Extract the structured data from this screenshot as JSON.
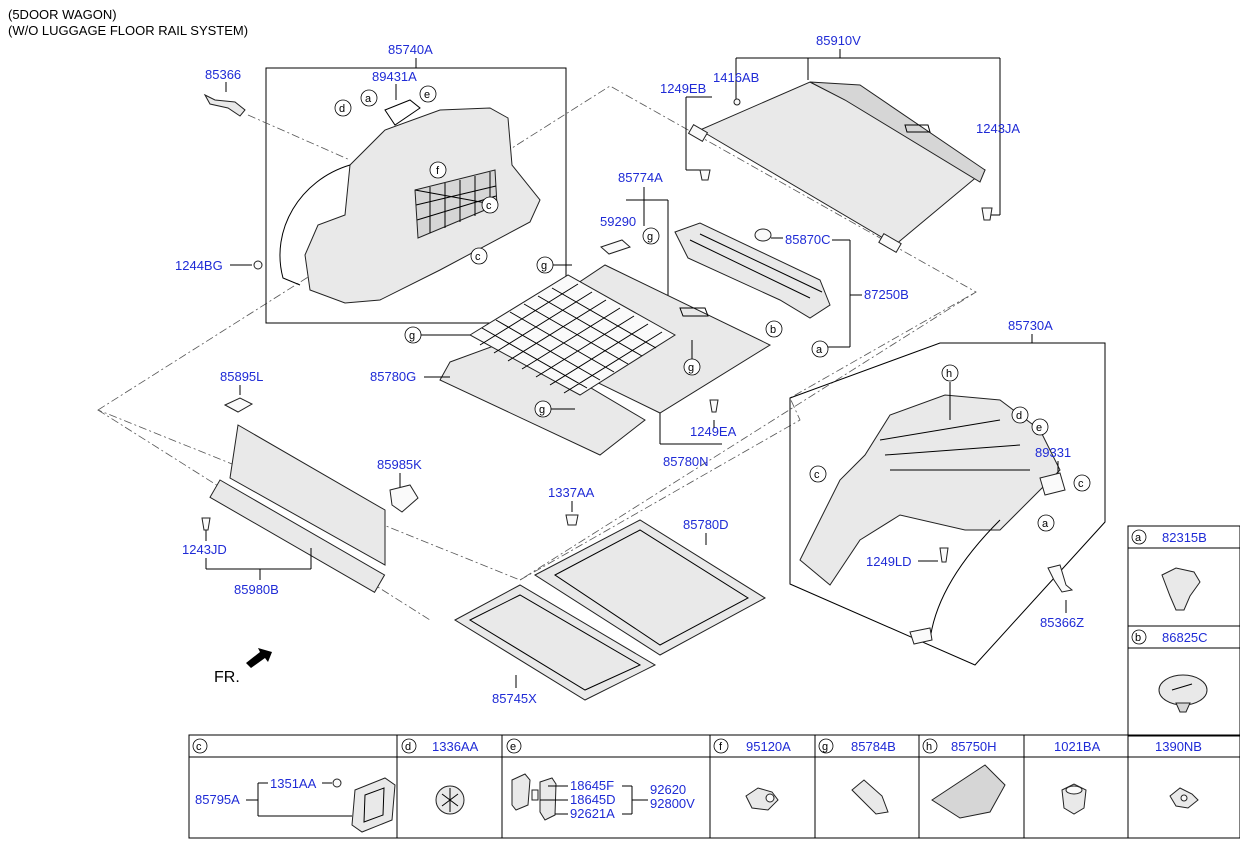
{
  "header": {
    "line1": "(5DOOR WAGON)",
    "line2": "(W/O LUGGAGE FLOOR RAIL SYSTEM)"
  },
  "labels": {
    "p85740A": "85740A",
    "p85366": "85366",
    "p89431A": "89431A",
    "p1244BG": "1244BG",
    "p85910V": "85910V",
    "p1416AB": "1416AB",
    "p1249EB": "1249EB",
    "p1243JA": "1243JA",
    "p85774A": "85774A",
    "p59290": "59290",
    "p85870C": "85870C",
    "p87250B": "87250B",
    "p85780G": "85780G",
    "p1249EA": "1249EA",
    "p85780N": "85780N",
    "p85895L": "85895L",
    "p85985K": "85985K",
    "p1243JD": "1243JD",
    "p85980B": "85980B",
    "p1337AA": "1337AA",
    "p85780D": "85780D",
    "p85745X": "85745X",
    "p85730A": "85730A",
    "p89331": "89331",
    "p1249LD": "1249LD",
    "p85366Z": "85366Z",
    "fr": "FR."
  },
  "letters": [
    "a",
    "b",
    "c",
    "d",
    "e",
    "f",
    "g",
    "h"
  ],
  "legend_side": [
    {
      "letter": "a",
      "part": "82315B"
    },
    {
      "letter": "b",
      "part": "86825C"
    }
  ],
  "legend_bottom": {
    "c": {
      "letter": "c",
      "main": "85795A",
      "sub": "1351AA"
    },
    "d": {
      "letter": "d",
      "part": "1336AA"
    },
    "e": {
      "letter": "e",
      "parts": [
        "18645F",
        "18645D",
        "92621A",
        "92620",
        "92800V"
      ]
    },
    "f": {
      "letter": "f",
      "part": "95120A"
    },
    "g": {
      "letter": "g",
      "part": "85784B"
    },
    "h": {
      "letter": "h",
      "part": "85750H"
    },
    "x1": {
      "part": "1021BA"
    },
    "x2": {
      "part": "1390NB"
    }
  }
}
